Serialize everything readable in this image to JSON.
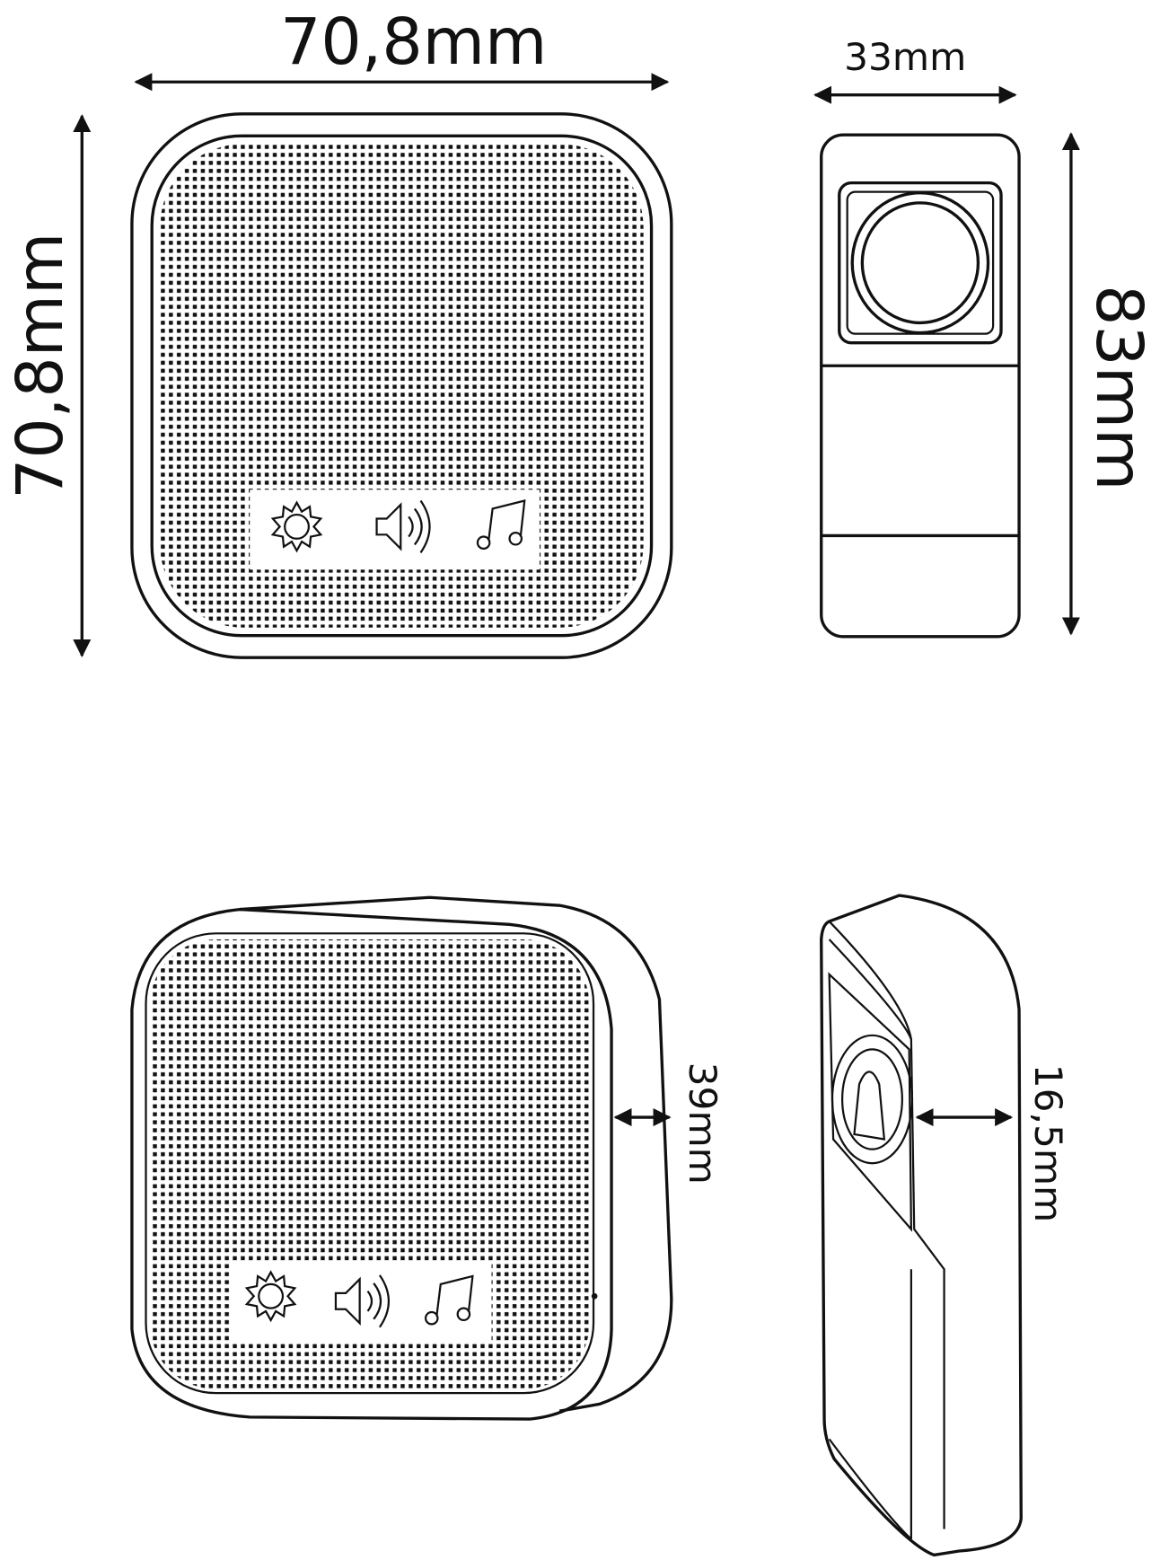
{
  "dimensions": {
    "chime_width": "70,8mm",
    "chime_height": "70,8mm",
    "button_width": "33mm",
    "button_height": "83mm",
    "chime_depth": "39mm",
    "button_depth": "16,5mm"
  },
  "icons": [
    "sun-icon",
    "speaker-volume-icon",
    "music-note-icon"
  ],
  "colors": {
    "line": "#111111",
    "background": "#ffffff"
  }
}
